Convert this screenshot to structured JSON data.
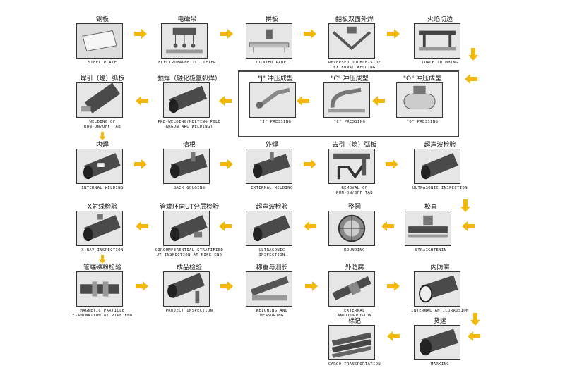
{
  "colors": {
    "arrow": "#f3b90a",
    "icon_bg": "#dcdcdc",
    "pipe": "#4a4a4a"
  },
  "steps": [
    {
      "id": "steel-plate",
      "cn": "钢板",
      "en": "STEEL PLATE",
      "icon": "steel-plate-icon"
    },
    {
      "id": "electromagnetic-lifter",
      "cn": "电磁吊",
      "en": "ELECTROMAGNETIC LIFTER",
      "icon": "electromagnetic-lifter-icon"
    },
    {
      "id": "jointed-panel",
      "cn": "拼板",
      "en": "JOINTED PANEL",
      "icon": "jointed-panel-icon"
    },
    {
      "id": "reversed-welding",
      "cn": "翻板双面外焊",
      "en": "REVERSED DOUBLE-SIDE\nEXTERNAL WELDING",
      "icon": "reversed-welding-icon"
    },
    {
      "id": "torch-trimming",
      "cn": "火焰切边",
      "en": "TORCH TRIMMING",
      "icon": "torch-trimming-icon"
    },
    {
      "id": "o-pressing",
      "cn": "\"O\" 冲压成型",
      "en": "\"O\" PRESSING",
      "icon": "o-pressing-icon"
    },
    {
      "id": "c-pressing",
      "cn": "\"C\" 冲压成型",
      "en": "\"C\" PRESSING",
      "icon": "c-pressing-icon"
    },
    {
      "id": "j-pressing",
      "cn": "\"J\" 冲压成型",
      "en": "\"J\" PRESSING",
      "icon": "j-pressing-icon"
    },
    {
      "id": "pre-welding",
      "cn": "预焊（融化极氩弧焊）",
      "en": "PRE-WELDING(MELTING POLE\nARGON ARC WELDING)",
      "icon": "pre-welding-icon"
    },
    {
      "id": "welding-run-tab",
      "cn": "焊引（熄）弧板",
      "en": "WELDING OF\nRUN-ON/OFF TAB",
      "icon": "run-tab-icon"
    },
    {
      "id": "internal-welding",
      "cn": "内焊",
      "en": "INTERNAL WELDING",
      "icon": "internal-welding-icon"
    },
    {
      "id": "back-gouging",
      "cn": "清根",
      "en": "BACK GOUGING",
      "icon": "back-gouging-icon"
    },
    {
      "id": "external-welding",
      "cn": "外焊",
      "en": "EXTERNAL WELDING",
      "icon": "external-welding-icon"
    },
    {
      "id": "removal-run-tab",
      "cn": "去引（熄）弧板",
      "en": "REMOVAL OF\nRUN-ON/OFF TAB",
      "icon": "removal-tab-icon"
    },
    {
      "id": "ultrasonic-inspection",
      "cn": "超声波检验",
      "en": "ULTRASONIC INSPECTION",
      "icon": "ultrasonic-icon"
    },
    {
      "id": "straightening",
      "cn": "校直",
      "en": "STRAIGHTENIN",
      "icon": "straightening-icon"
    },
    {
      "id": "rounding",
      "cn": "整圆",
      "en": "ROUNDING",
      "icon": "rounding-icon"
    },
    {
      "id": "ultrasonic-2",
      "cn": "超声波检验",
      "en": "ULTRASONIC\nINSPECTION",
      "icon": "ultrasonic-icon"
    },
    {
      "id": "circumferential-ut",
      "cn": "管端环向UT分层检验",
      "en": "CIRCUMFERENTIAL STRATIFIED\nUT INSPECTION AT PIPE END",
      "icon": "ut-pipe-end-icon"
    },
    {
      "id": "x-ray",
      "cn": "X射线检验",
      "en": "X-RAY INSPECTION",
      "icon": "x-ray-icon"
    },
    {
      "id": "magnetic-particle",
      "cn": "管端磁粉检验",
      "en": "MAGNETIC PARTICLE\nEXAMINATION AT PIPE END",
      "icon": "magnetic-particle-icon"
    },
    {
      "id": "project-inspection",
      "cn": "成品检验",
      "en": "PROJECT INSPECTION",
      "icon": "project-inspection-icon"
    },
    {
      "id": "weighing",
      "cn": "称重与测长",
      "en": "WEIGHING AND\nMEASURING",
      "icon": "weighing-icon"
    },
    {
      "id": "external-anticorrosion",
      "cn": "外防腐",
      "en": "EXTERNAL\nANTICORROSION",
      "icon": "external-anticorrosion-icon"
    },
    {
      "id": "internal-anticorrosion",
      "cn": "内防腐",
      "en": "INTERNAL ANTICORROSION",
      "icon": "internal-anticorrosion-icon"
    },
    {
      "id": "marking",
      "cn": "货运",
      "en": "MARKING",
      "icon": "marking-icon"
    },
    {
      "id": "cargo-transportation",
      "cn": "标记",
      "en": "CARGO TRANSPORTATION",
      "icon": "cargo-icon"
    }
  ]
}
